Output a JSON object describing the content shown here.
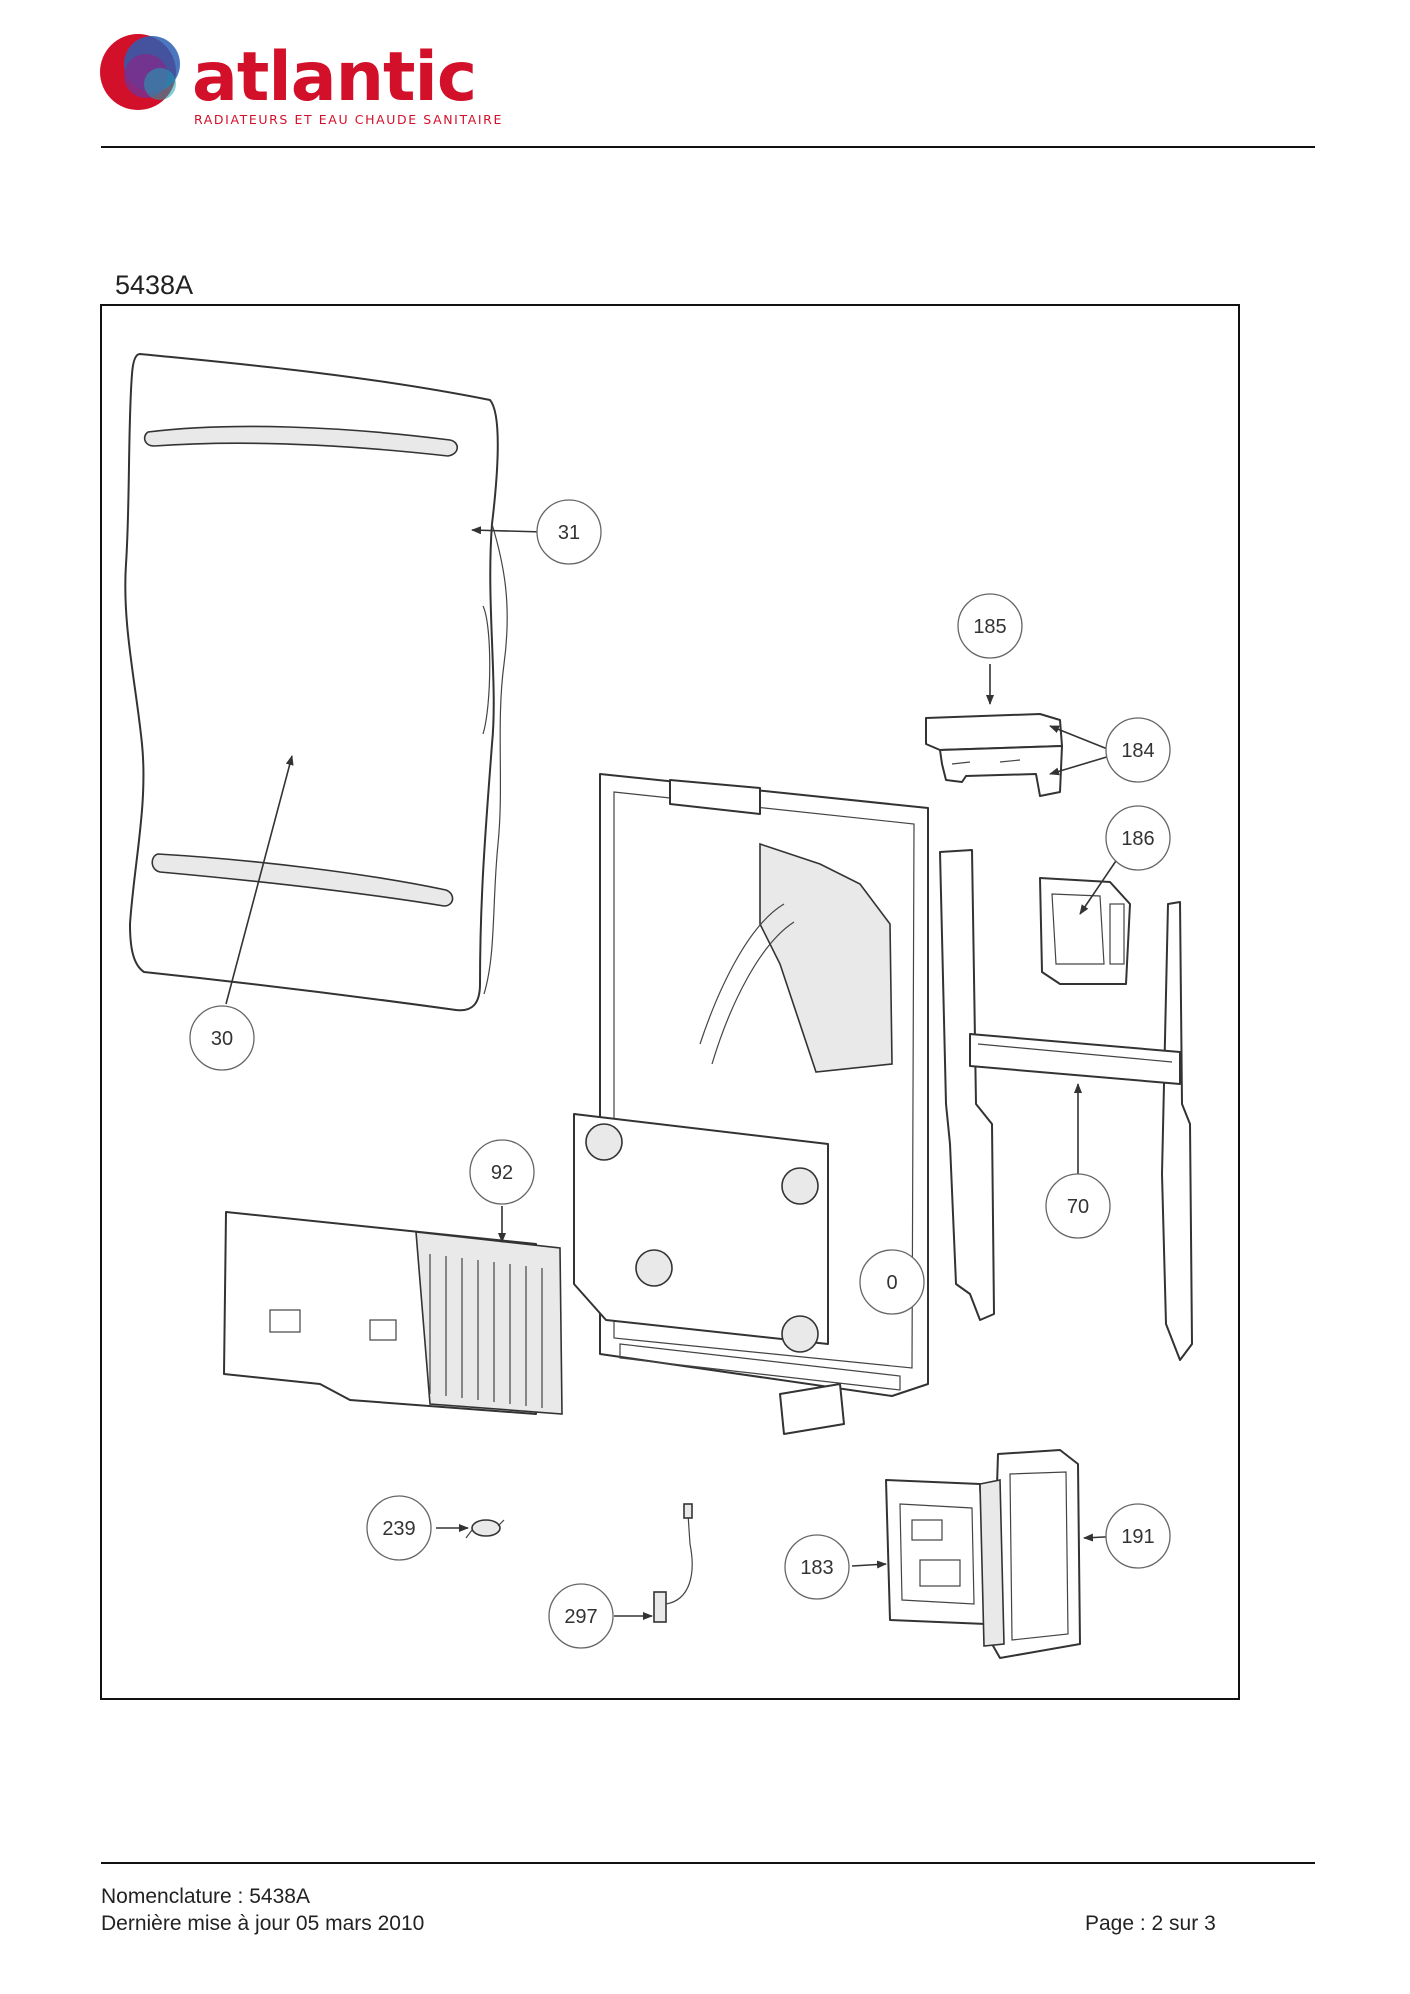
{
  "header": {
    "brand_name": "atlantic",
    "brand_tagline": "RADIATEURS ET EAU CHAUDE SANITAIRE",
    "brand_colors": {
      "red": "#d3102a",
      "blue": "#2b5fb4",
      "teal": "#1aa4b5",
      "purple": "#7b2f8c"
    }
  },
  "document": {
    "code": "5438A"
  },
  "diagram": {
    "part_labels": {
      "p31": "31",
      "p30": "30",
      "p185": "185",
      "p184": "184",
      "p186": "186",
      "p92": "92",
      "p70": "70",
      "p0": "0",
      "p239": "239",
      "p297": "297",
      "p183": "183",
      "p191": "191"
    }
  },
  "footer": {
    "nomenclature": "Nomenclature : 5438A",
    "updated": "Dernière mise à jour 05 mars 2010",
    "page": "Page : 2 sur 3"
  }
}
